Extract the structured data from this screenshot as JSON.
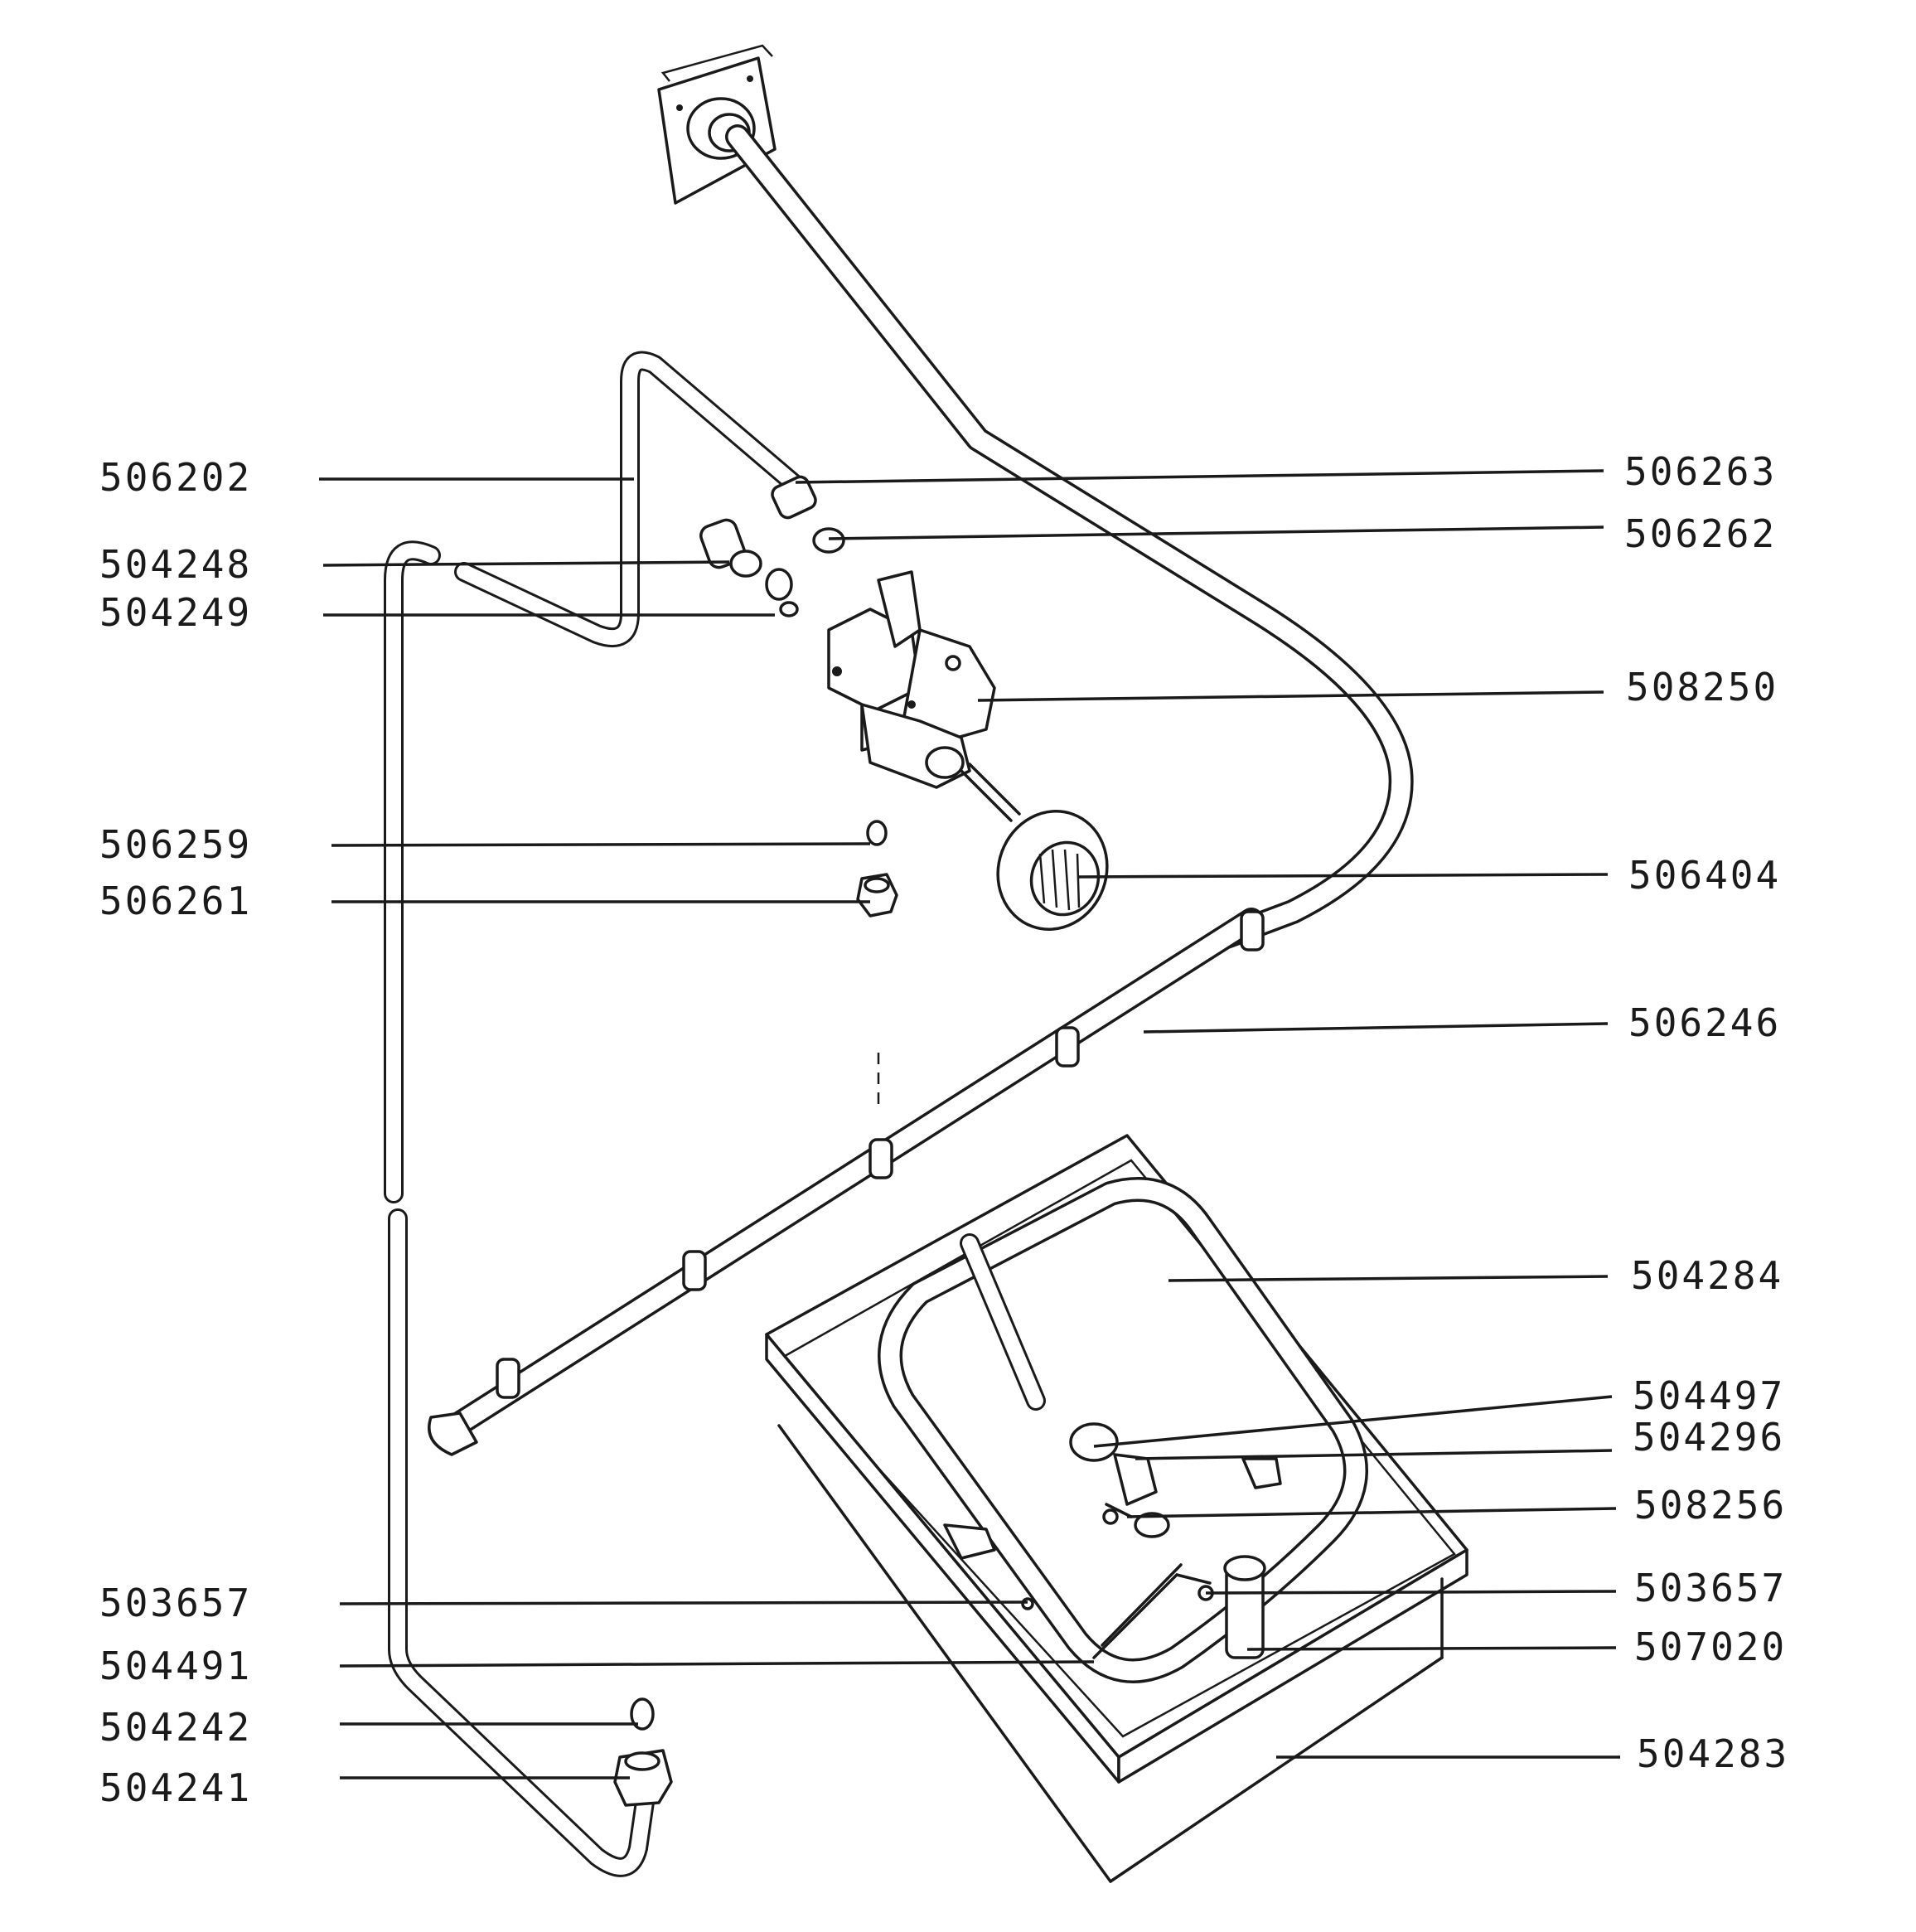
{
  "labels_left": [
    {
      "id": "506202",
      "text": "506202"
    },
    {
      "id": "504248",
      "text": "504248"
    },
    {
      "id": "504249",
      "text": "504249"
    },
    {
      "id": "506259",
      "text": "506259"
    },
    {
      "id": "506261",
      "text": "506261"
    },
    {
      "id": "503657-left",
      "text": "503657"
    },
    {
      "id": "504491",
      "text": "504491"
    },
    {
      "id": "504242",
      "text": "504242"
    },
    {
      "id": "504241",
      "text": "504241"
    }
  ],
  "labels_right": [
    {
      "id": "506263",
      "text": "506263"
    },
    {
      "id": "506262",
      "text": "506262"
    },
    {
      "id": "508250",
      "text": "508250"
    },
    {
      "id": "506404",
      "text": "506404"
    },
    {
      "id": "506246",
      "text": "506246"
    },
    {
      "id": "504284",
      "text": "504284"
    },
    {
      "id": "504497",
      "text": "504497"
    },
    {
      "id": "504296",
      "text": "504296"
    },
    {
      "id": "508256",
      "text": "508256"
    },
    {
      "id": "503657-right",
      "text": "503657"
    },
    {
      "id": "507020",
      "text": "507020"
    },
    {
      "id": "504283",
      "text": "504283"
    }
  ]
}
